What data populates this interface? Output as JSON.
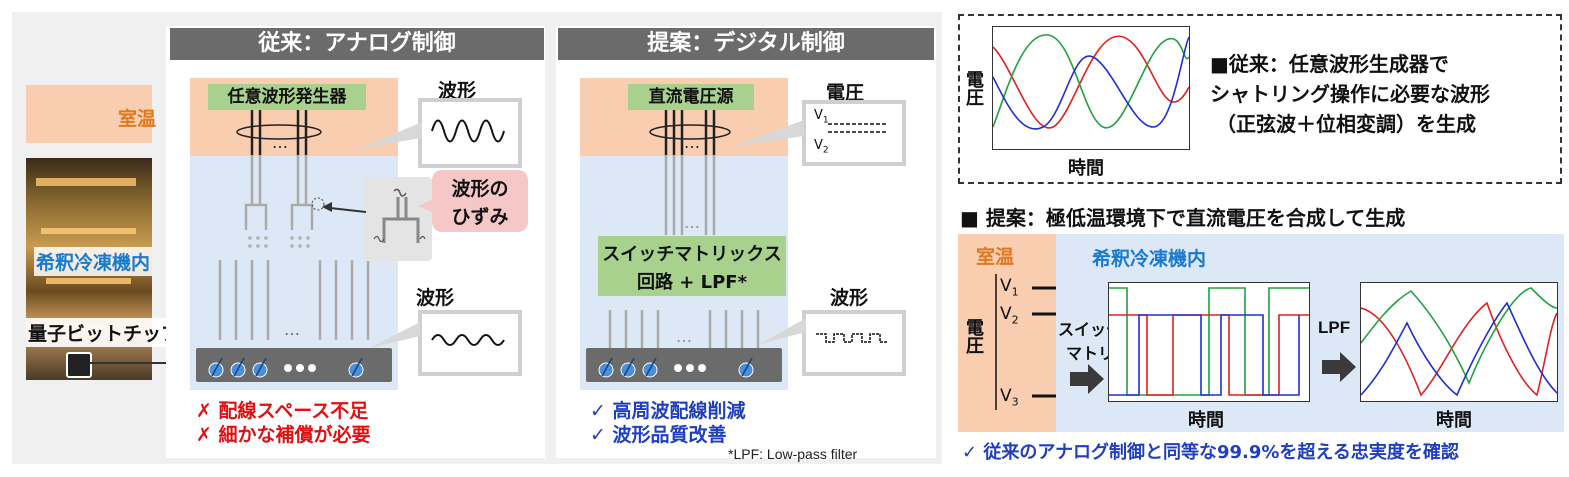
{
  "left_panel": {
    "title_analog": "従来：アナログ制御",
    "title_digital": "提案：デジタル制御",
    "label_room_temp": "室温",
    "label_fridge": "希釈冷凍機内",
    "label_chip": "量子ビットチップ",
    "analog": {
      "awg_label": "任意波形発生器",
      "waveform_label_top": "波形",
      "waveform_label_bottom": "波形",
      "distortion_line1": "波形の",
      "distortion_line2": "ひずみ",
      "dots": "…",
      "cons": [
        "✗ 配線スペース不足",
        "✗ 細かな補償が必要"
      ]
    },
    "digital": {
      "dc_source_label": "直流電圧源",
      "voltage_label": "電圧",
      "v1": "V",
      "v1_sub": "1",
      "v2": "V",
      "v2_sub": "2",
      "switch_line1": "スイッチマトリックス",
      "switch_line2": "回路 + LPF*",
      "waveform_label": "波形",
      "dots": "…",
      "pros": [
        "✓ 高周波配線削減",
        "✓ 波形品質改善"
      ],
      "footnote": "*LPF: Low-pass filter"
    }
  },
  "right_panel": {
    "conventional": {
      "line1": "■従来：任意波形生成器で",
      "line2": "シャトリング操作に必要な波形",
      "line3": "（正弦波＋位相変調）を生成",
      "ylabel": "電圧",
      "xlabel": "時間"
    },
    "proposal_title": "■ 提案：極低温環境下で直流電圧を合成して生成",
    "room_temp": "室温",
    "fridge": "希釈冷凍機内",
    "ylabel": "電圧",
    "v1": "V",
    "v1_sub": "1",
    "v2": "V",
    "v2_sub": "2",
    "v3": "V",
    "v3_sub": "3",
    "switch_line1": "スイッチ",
    "switch_line2": "マトリックス",
    "lpf": "LPF",
    "xlabel_left": "時間",
    "xlabel_right": "時間",
    "conclusion": "✓ 従来のアナログ制御と同等な99.9%を超える忠実度を確認"
  },
  "colors": {
    "header_gray": "#6b6b6b",
    "room_temp_orange": "#f8cdb0",
    "fridge_blue": "#dce8f5",
    "green_box": "#a9d18e",
    "chip_gray": "#6b6b6b",
    "red_text": "#e01010",
    "blue_text": "#1f3fbf",
    "series_red": "#e02020",
    "series_green": "#20a040",
    "series_blue": "#2030d0"
  }
}
